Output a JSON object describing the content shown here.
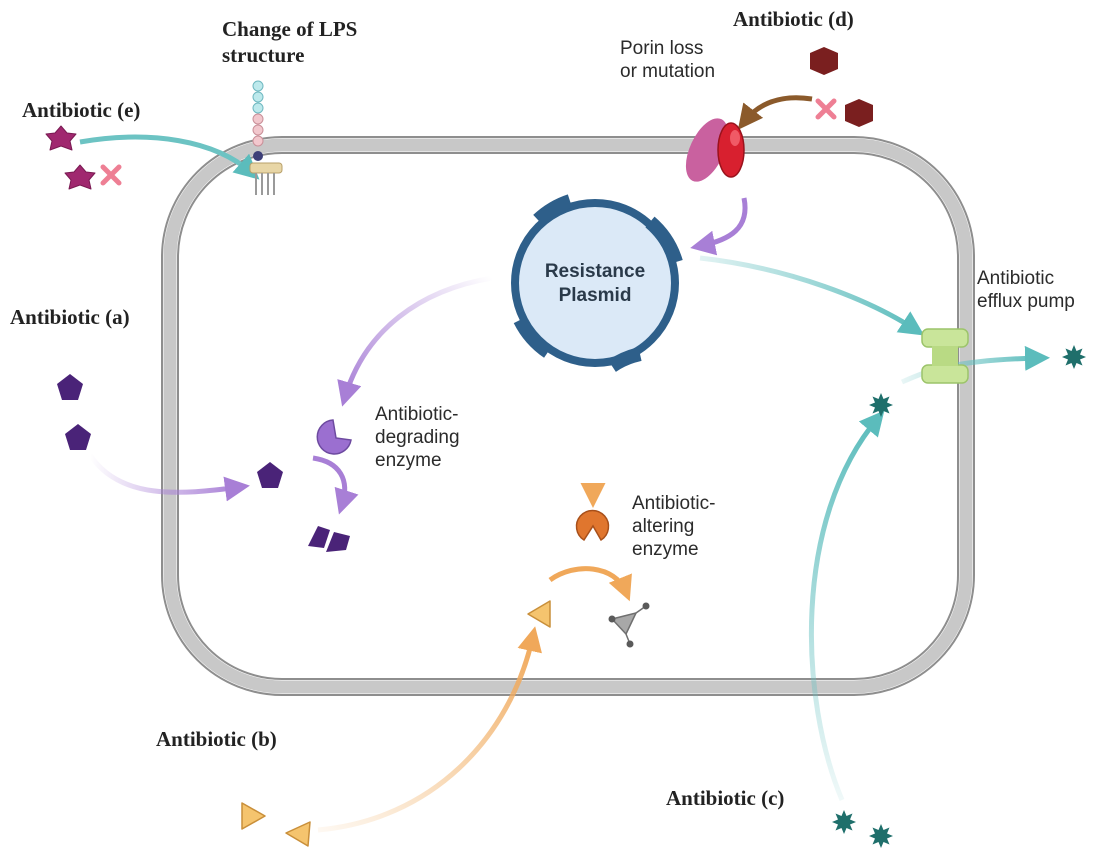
{
  "labels": {
    "lps_change_line1": "Change of LPS",
    "lps_change_line2": "structure",
    "antibiotic_a": "Antibiotic (a)",
    "antibiotic_b": "Antibiotic (b)",
    "antibiotic_c": "Antibiotic (c)",
    "antibiotic_d": "Antibiotic (d)",
    "antibiotic_e": "Antibiotic (e)",
    "porin_line1": "Porin loss",
    "porin_line2": "or mutation",
    "plasmid_line1": "Resistance",
    "plasmid_line2": "Plasmid",
    "efflux_line1": "Antibiotic",
    "efflux_line2": "efflux pump",
    "degrading_line1": "Antibiotic-",
    "degrading_line2": "degrading",
    "degrading_line3": "enzyme",
    "altering_line1": "Antibiotic-",
    "altering_line2": "altering",
    "altering_line3": "enzyme"
  },
  "colors": {
    "cell_wall": "#c8c8c8",
    "cell_wall_outline": "#8e8e8e",
    "plasmid_fill": "#dbe9f7",
    "plasmid_ring": "#2e5f8a",
    "purple_arrow": "#a87fd6",
    "teal_arrow": "#6cc3c3",
    "orange_arrow": "#f0b064",
    "brown_arrow": "#8b5a2b",
    "antibiotic_a": "#4a2378",
    "antibiotic_b": "#f5c46e",
    "antibiotic_c": "#1f6f6b",
    "antibiotic_d": "#7a1f1f",
    "antibiotic_e": "#a0286f",
    "block_x": "#ee7f94",
    "degrading_enzyme": "#9b6fd0",
    "altering_enzyme": "#e0762e",
    "efflux_pump": "#c9e59a",
    "porin_pink": "#c9619f",
    "porin_red": "#d8202f"
  }
}
